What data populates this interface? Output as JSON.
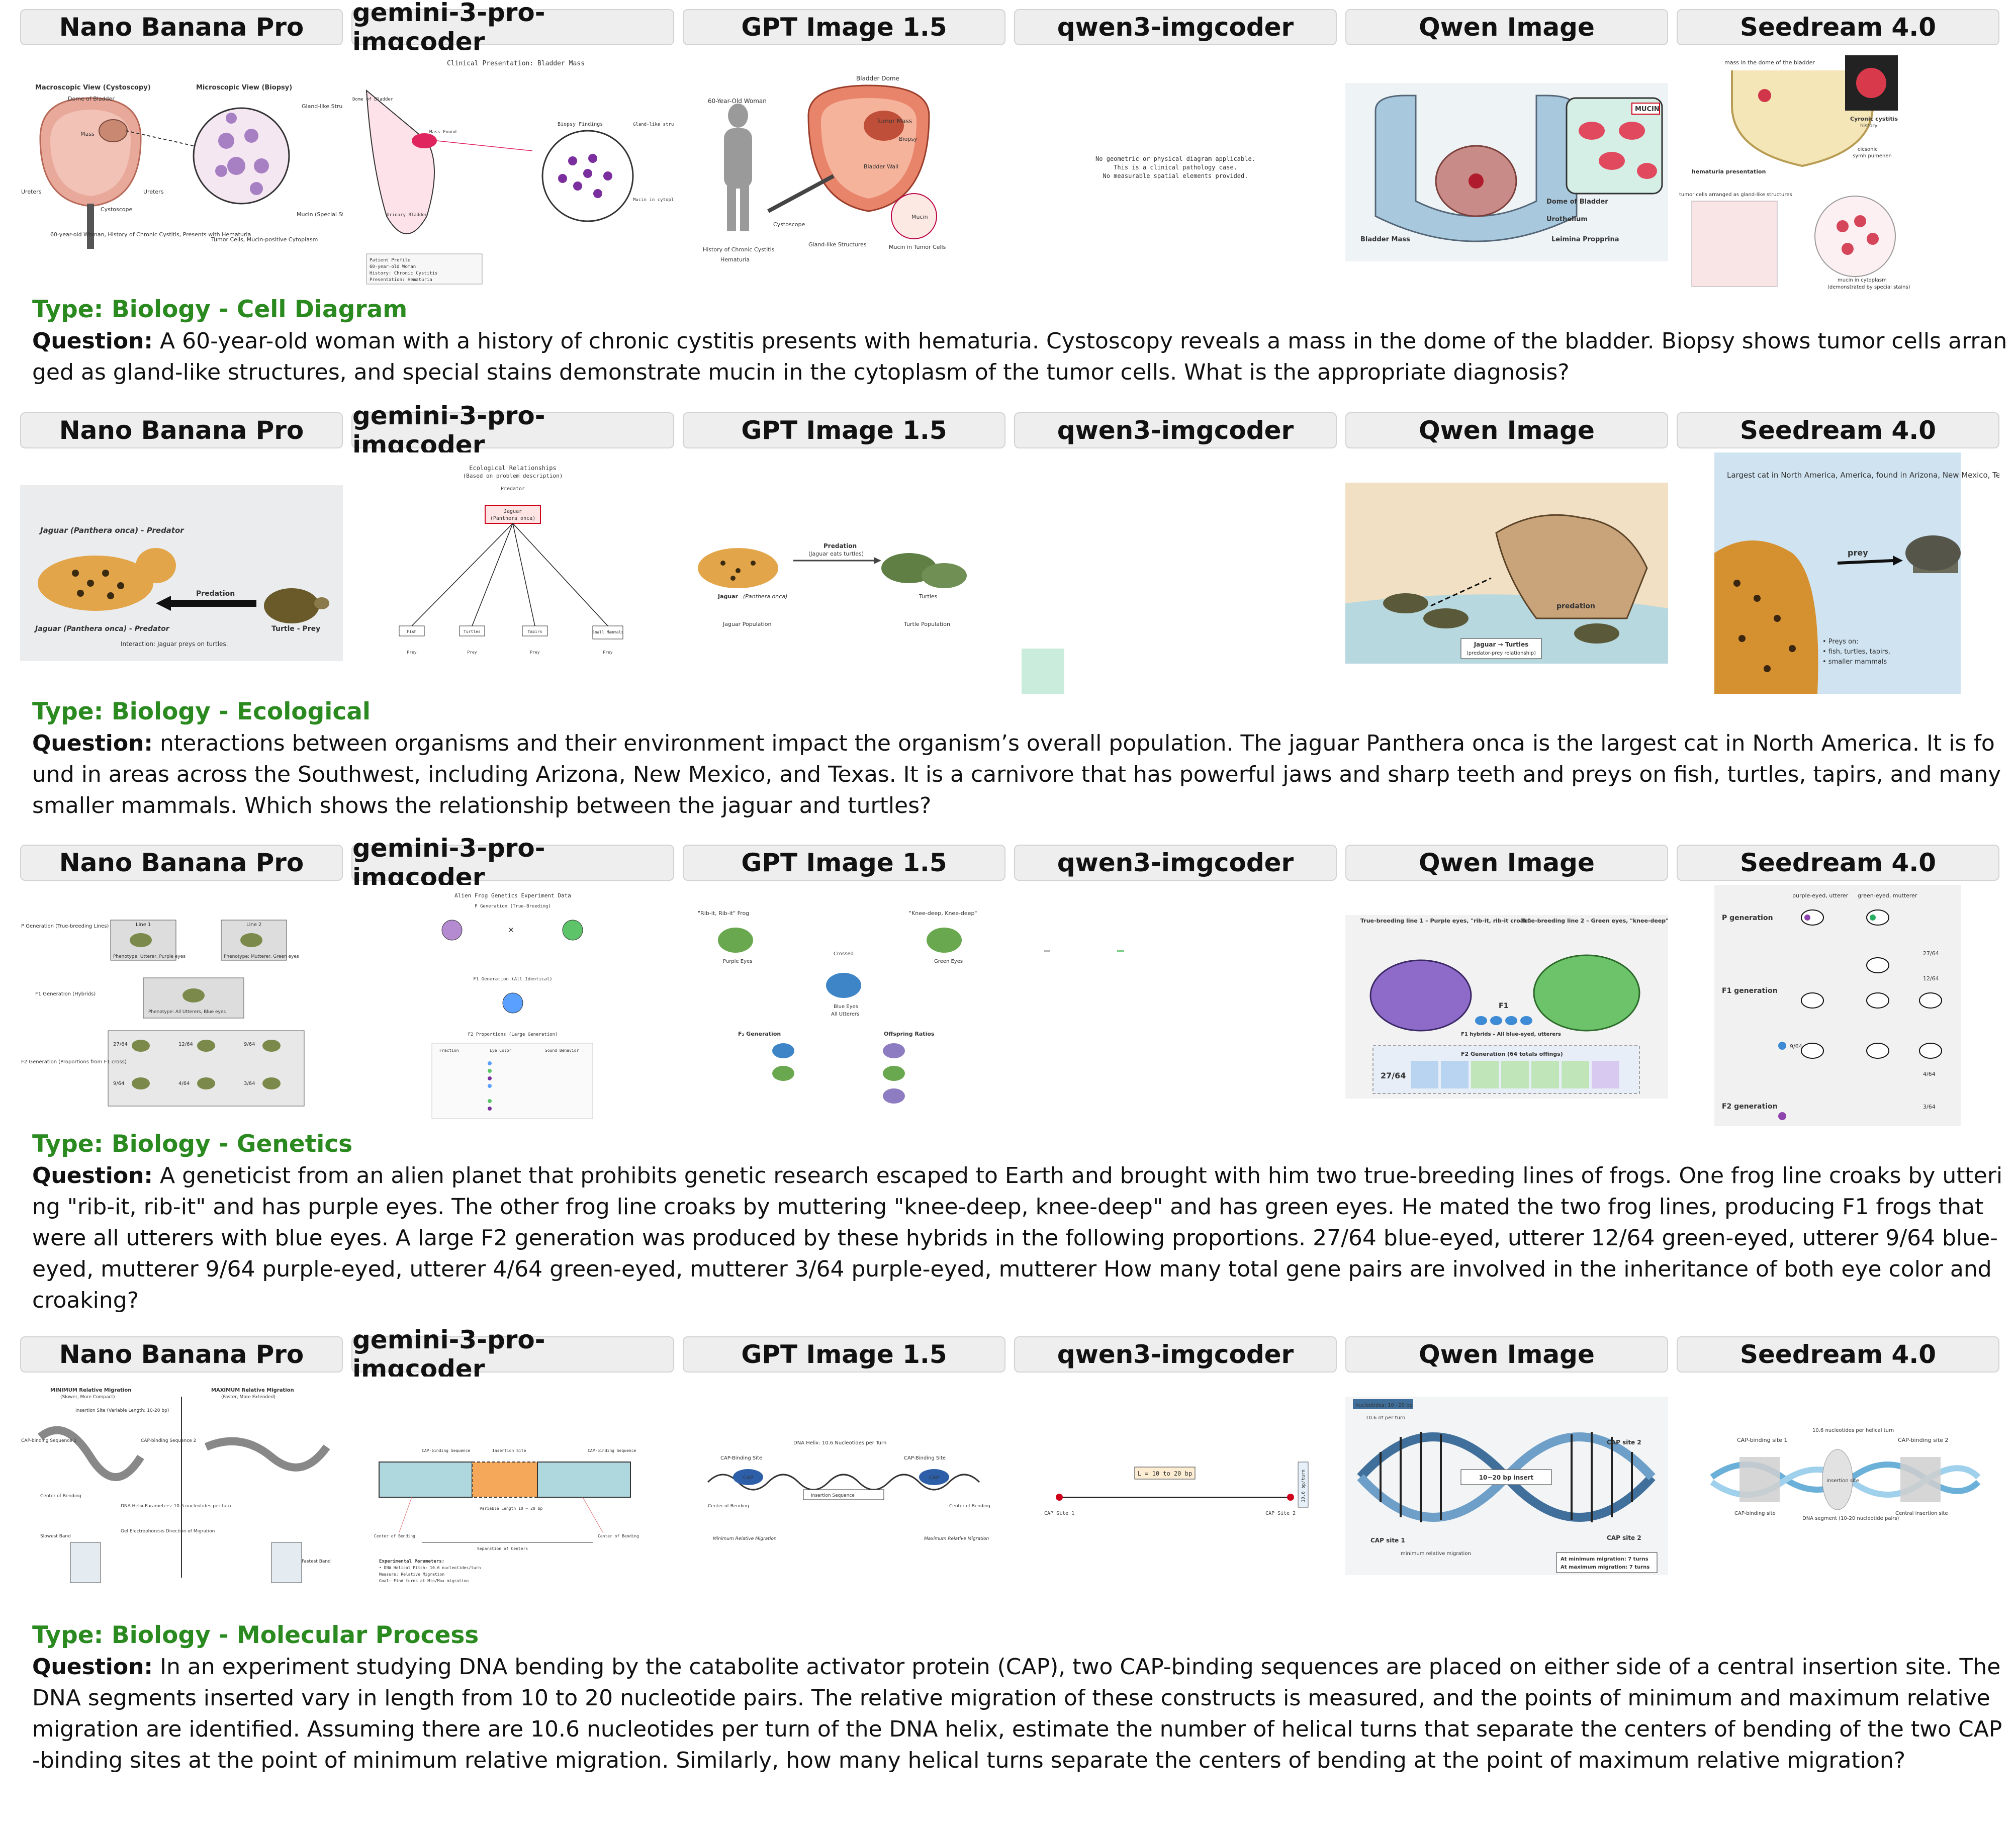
{
  "model_headers": [
    "Nano Banana Pro",
    "gemini-3-pro-imgcoder",
    "GPT Image 1.5",
    "qwen3-imgcoder",
    "Qwen Image",
    "Seedream 4.0"
  ],
  "question_label": "Question:",
  "rows": [
    {
      "type": "Type: Biology - Cell Diagram",
      "question": "A 60-year-old woman with a history of chronic cystitis presents with hematuria. Cystoscopy reveals a mass in the dome of the bladder. Biopsy shows tumor cells arranged as gland-like structures, and special stains demonstrate mucin in the cytoplasm of the tumor cells. What is the appropriate diagnosis?",
      "panels": {
        "nano": {
          "t1": "Macroscopic View (Cystoscopy)",
          "t2": "Microscopic View (Biopsy)",
          "a": "Dome of Bladder",
          "b": "Mass",
          "c": "Gland-like Structures",
          "d": "Ureters",
          "e": "Ureters",
          "f": "Cystoscope",
          "g": "Mucin (Special Stain)",
          "h": "60-year-old Woman, History of Chronic Cystitis, Presents with Hematuria",
          "i": "Tumor Cells, Mucin-positive Cytoplasm"
        },
        "gemini": {
          "title": "Clinical Presentation: Bladder Mass",
          "a": "Dome of Bladder",
          "b": "Mass Found",
          "c": "Biopsy Findings",
          "d": "Gland-like structures",
          "e": "Urinary Bladder",
          "f": "Mucin in cytoplasm",
          "g": "Patient Profile",
          "h": "60-year-old Woman",
          "i": "History: Chronic Cystitis",
          "j": "Presentation: Hematuria"
        },
        "gpt": {
          "a": "60-Year-Old Woman",
          "b": "Bladder Dome",
          "c": "Tumor Mass",
          "d": "Biopsy",
          "e": "Bladder Wall",
          "f": "Cystoscope",
          "g": "Gland-like Structures",
          "h": "Mucin",
          "i": "History of Chronic Cystitis",
          "j": "Hematuria",
          "k": "Mucin in Tumor Cells"
        },
        "qwen3": {
          "l1": "No geometric or physical diagram applicable.",
          "l2": "This is a clinical pathology case.",
          "l3": "No measurable spatial elements provided."
        },
        "qimg": {
          "a": "MUCIN",
          "b": "Dome of Bladder",
          "c": "Urothelium",
          "d": "Bladder Mass",
          "e": "Leimina Propprina"
        },
        "seed": {
          "a": "mass in the dome of the bladder",
          "b": "Cyronic cystitis",
          "c": "history",
          "d": "cicsonic",
          "e": "symh pumenen",
          "f": "hematuria presentation",
          "g": "tumor cells arranged as gland-like structures",
          "h": "mucin in cytoplasm",
          "i": "(demonstrated by special stains)"
        }
      }
    },
    {
      "type": "Type: Biology - Ecological",
      "question": "nteractions between organisms and their environment impact the organism’s overall population. The jaguar Panthera onca is the largest cat in North America. It is found in areas across the Southwest, including Arizona, New Mexico, and Texas. It is a carnivore that has powerful jaws and sharp teeth and preys on fish, turtles, tapirs, and many smaller mammals. Which shows the relationship between the jaguar and turtles?",
      "panels": {
        "nano": {
          "a": "Jaguar (Panthera onca) - Predator",
          "b": "Predation",
          "c": "Jaguar (Panthera onca) - Predator",
          "d": "Turtle - Prey",
          "e": "Interaction: Jaguar preys on turtles."
        },
        "gemini": {
          "title": "Ecological Relationships",
          "sub": "(Based on problem description)",
          "a": "Predator",
          "b": "Jaguar",
          "c": "(Panthera onca)",
          "d": "Fish",
          "e": "Turtles",
          "f": "Tapirs",
          "g": "Small Mammals",
          "p": "Prey"
        },
        "gpt": {
          "a": "Predation",
          "b": "(Jaguar eats turtles)",
          "c": "Jaguar",
          "d": "(Panthera onca)",
          "e": "Turtles",
          "f": "Jaguar Population",
          "g": "Turtle Population"
        },
        "qimg": {
          "a": "predation",
          "b": "Jaguar → Turtles",
          "c": "(predator-prey relationship)"
        },
        "seed": {
          "a": "Largest cat in North America, America, found in Arizona, New Mexico, Texas",
          "b": "prey",
          "c": "• Preys on:",
          "d": "• fish, turtles, tapirs,",
          "e": "• smaller mammals"
        }
      }
    },
    {
      "type": "Type: Biology - Genetics",
      "question": "A geneticist from an alien planet that prohibits genetic research escaped to Earth and brought with him two true-breeding lines of frogs. One frog line croaks by uttering \"rib-it, rib-it\" and has purple eyes. The other frog line croaks by muttering \"knee-deep, knee-deep\" and has green eyes. He mated the two frog lines, producing F1 frogs that were all utterers with blue eyes. A large F2 generation was produced by these hybrids in the following proportions. 27/64 blue-eyed, utterer 12/64 green-eyed, utterer 9/64 blue-eyed, mutterer 9/64 purple-eyed, utterer 4/64 green-eyed, mutterer 3/64 purple-eyed, mutterer How many total gene pairs are involved in the inheritance of both eye color and croaking?",
      "panels": {
        "nano": {
          "a": "P Generation (True-breeding Lines)",
          "b": "Line 1",
          "c": "Line 2",
          "d": "Phenotype: Utterer, Purple eyes",
          "e": "Phenotype: Mutterer, Green eyes",
          "f": "F1 Generation (Hybrids)",
          "g": "Phenotype: All Utterers, Blue eyes",
          "h": "F2 Generation (Proportions from F1 cross)",
          "r1": "27/64",
          "r2": "12/64",
          "r3": "9/64",
          "r4": "9/64",
          "r5": "4/64",
          "r6": "3/64"
        },
        "gemini": {
          "title": "Alien Frog Genetics Experiment Data",
          "a": "P Generation (True-Breeding)",
          "b": "F1 Generation (All Identical)",
          "c": "F2 Proportions (Large Generation)",
          "h1": "Fraction",
          "h2": "Eye Color",
          "h3": "Sound Behavior"
        },
        "gpt": {
          "a": "\"Rib-it, Rib-it\" Frog",
          "b": "\"Knee-deep, Knee-deep\"",
          "c": "Purple Eyes",
          "d": "Green Eyes",
          "e": "Crossed",
          "f": "Blue Eyes",
          "g": "All Utterers",
          "h": "F₂ Generation",
          "i": "Offspring Ratios"
        },
        "qimg": {
          "a": "True-breeding line 1 – Purple eyes, \"rib-it, rib-it croak\"",
          "b": "True-breeding line 2 – Green eyes, \"knee-deep\" croak",
          "c": "F1",
          "d": "F1 hybrids – All blue-eyed, utterers",
          "e": "F2 Generation (64 totals offings)",
          "f": "27/64"
        },
        "seed": {
          "a": "P generation",
          "b": "F1 generation",
          "c": "F2 generation",
          "d": "purple-eyed, utterer",
          "e": "green-eyed, mutterer",
          "f": "27/64",
          "g": "12/64",
          "h": "9/64",
          "i": "4/64",
          "j": "3/64"
        }
      }
    },
    {
      "type": "Type: Biology - Molecular Process",
      "question": "In an experiment studying DNA bending by the catabolite activator protein (CAP), two CAP-binding sequences are placed on either side of a central insertion site. The DNA segments inserted vary in length from 10 to 20 nucleotide pairs. The relative migration of these constructs is measured, and the points of minimum and maximum relative migration are identified. Assuming there are 10.6 nucleotides per turn of the DNA helix, estimate the number of helical turns that separate the centers of bending of the two CAP-binding sites at the point of minimum relative migration. Similarly, how many helical turns separate the centers of bending at the point of maximum relative migration?",
      "panels": {
        "nano": {
          "a": "MINIMUM Relative Migration",
          "b": "(Slower, More Compact)",
          "c": "MAXIMUM Relative Migration",
          "d": "(Faster, More Extended)",
          "e": "Insertion Site (Variable Length: 10-20 bp)",
          "f": "CAP-binding Sequence 1",
          "g": "CAP-binding Sequence 2",
          "h": "Center of Bending",
          "i": "Slowest Band",
          "j": "DNA Helix Parameters: 10.6 nucleotides per turn",
          "k": "Gel Electrophoresis Direction of Migration",
          "l": "Fastest Band"
        },
        "gemini": {
          "a": "CAP-binding Sequence",
          "b": "Insertion Site",
          "c": "Variable Length 10 – 20 bp",
          "d": "Center of Bending",
          "e": "Separation of Centers",
          "f": "Experimental Parameters:",
          "g": "• DNA Helical Pitch: 10.6 nucleotides/turn",
          "h": "Measure: Relative Migration",
          "i": "Goal: Find turns at Min/Max migration"
        },
        "gpt": {
          "a": "DNA Helix: 10.6 Nucleotides per Turn",
          "b": "CAP-Binding Site",
          "c": "CAP",
          "d": "Insertion Sequence",
          "e": "Center of Bending",
          "f": "Minimum Relative Migration",
          "g": "Maximum Relative Migration"
        },
        "qwen3": {
          "a": "L = 10 to 20 bp",
          "b": "CAP Site 1",
          "c": "CAP Site 2",
          "d": "10.6 bp/turn"
        },
        "qimg": {
          "a": "nucleotides: 10~20 bp",
          "b": "10.6 nt per turn",
          "c": "CAP site 1",
          "d": "CAP site 2",
          "e": "10~20 bp insert",
          "f": "minimum relative migration",
          "g": "At minimum migration: 7 turns",
          "h": "At maximum migration: 7 turns"
        },
        "seed": {
          "a": "CAP-binding site 1",
          "b": "CAP-binding site 2",
          "c": "10.6 nucleotides per helical turn",
          "d": "insertion site",
          "e": "CAP-binding site",
          "f": "DNA segment (10-20 nucleotide pairs)",
          "g": "Central insertion site"
        }
      }
    }
  ]
}
